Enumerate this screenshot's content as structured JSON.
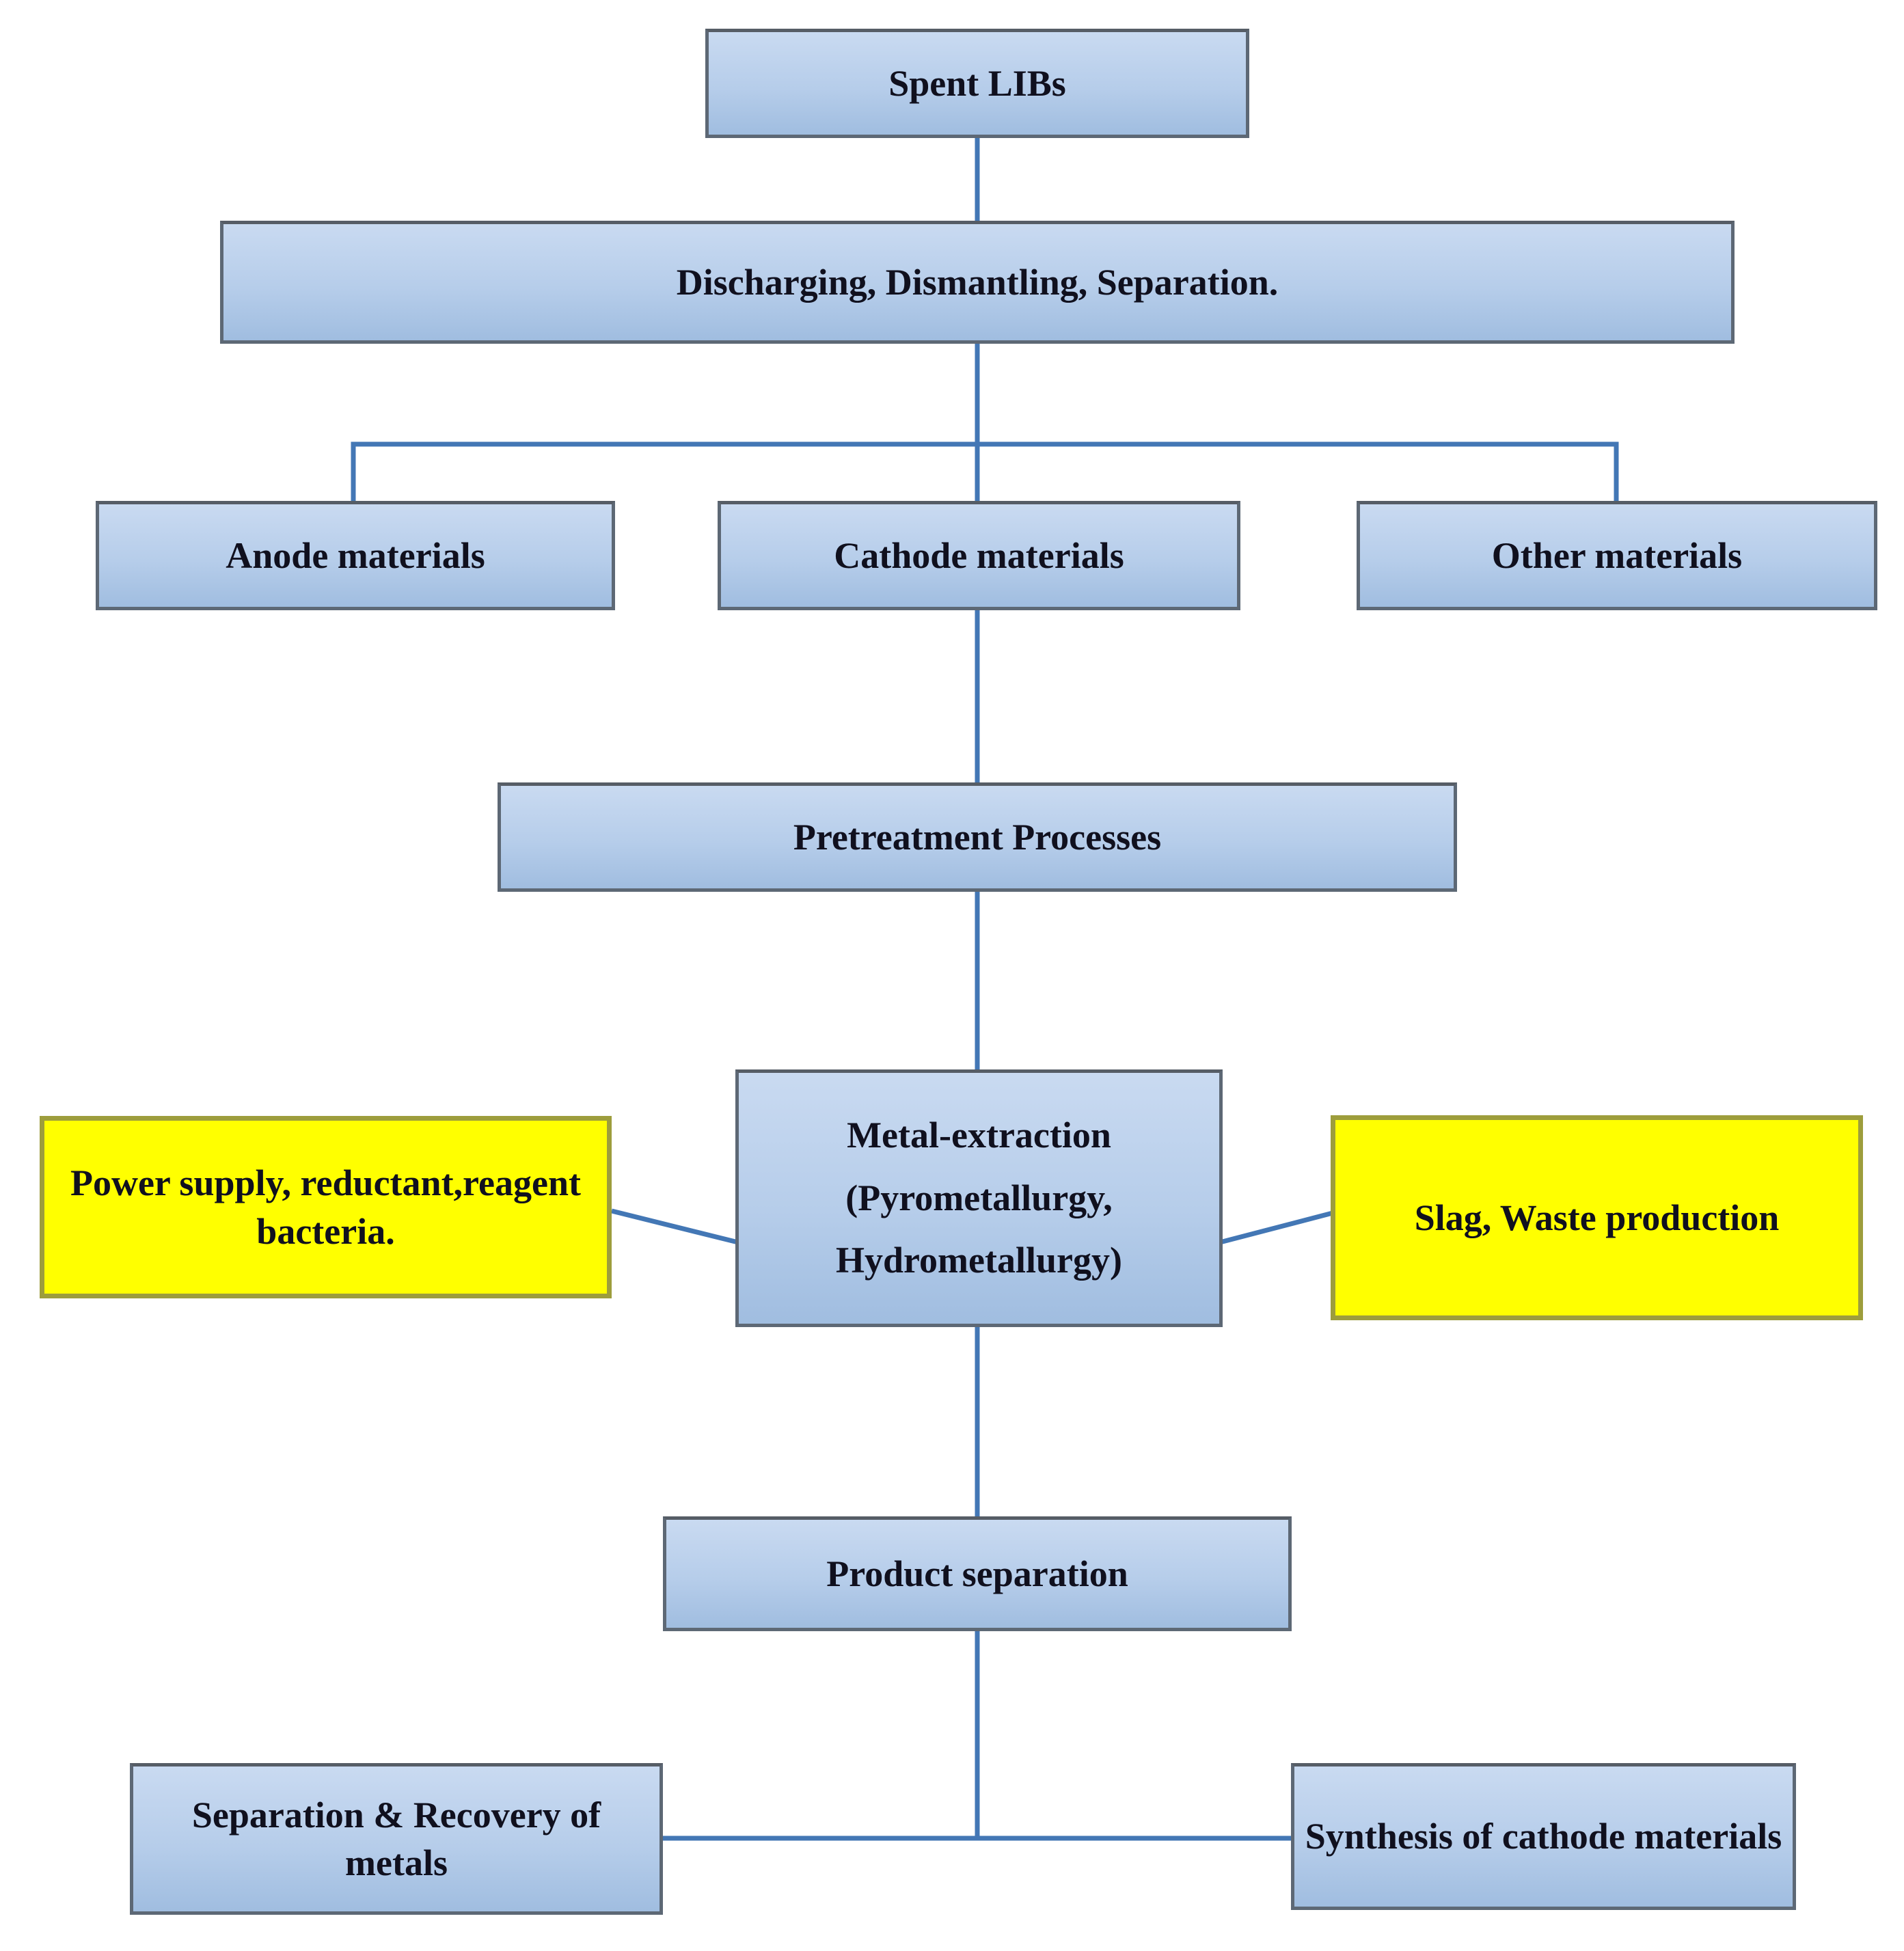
{
  "nodes": {
    "spent_libs": {
      "label": "Spent LIBs"
    },
    "discharging": {
      "label": "Discharging, Dismantling, Separation."
    },
    "anode": {
      "label": "Anode materials"
    },
    "cathode": {
      "label": "Cathode materials"
    },
    "other": {
      "label": "Other materials"
    },
    "pretreatment": {
      "label": "Pretreatment Processes"
    },
    "metal_extraction": {
      "lines": [
        "Metal-extraction",
        "(Pyrometallurgy,",
        "Hydrometallurgy)"
      ]
    },
    "power_supply": {
      "lines": [
        "Power supply, reductant,reagent",
        "bacteria."
      ]
    },
    "slag_waste": {
      "label": "Slag, Waste production"
    },
    "product_separation": {
      "label": "Product separation"
    },
    "separation_recovery": {
      "lines": [
        "Separation & Recovery of",
        "metals"
      ]
    },
    "synthesis_cathode": {
      "label": "Synthesis of cathode materials"
    }
  },
  "colors": {
    "background": "#ffffff",
    "process_box_fill_top": "#c9daf1",
    "process_box_fill_bottom": "#a0bde0",
    "process_box_border": "#5d6875",
    "highlight_box_fill": "#ffff00",
    "highlight_box_border": "#9d9d3c",
    "connector": "#4377b5",
    "text": "#10101e"
  }
}
